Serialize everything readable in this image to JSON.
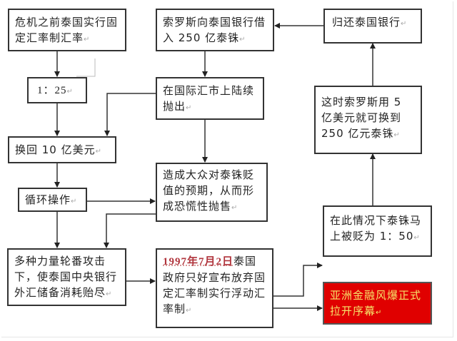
{
  "pilcrow": "↵",
  "boxes": {
    "before_crisis": "危机之前泰国实行固定汇率制汇率",
    "soros_borrow": "索罗斯向泰国银行借入 250 亿泰铢",
    "repay": "归还泰国银行",
    "rate_1_25": "1：25",
    "sell_off": "在国际汇市上陆续抛出",
    "soros_exchange": "这时索罗斯用 5 亿美元就可换到 250 亿元泰铢",
    "exchange_back": "换回 10 亿美元",
    "expectation": "造成大众对泰铢贬值的预期，从而形成恐慌性抛售",
    "cycle": "循环操作",
    "attack": "多种力量轮番攻击下，使泰国中央银行外汇储备消耗贻尽",
    "date": "1997年7月2日",
    "float": "泰国政府只好宣布放弃固定汇率制实行浮动汇率制",
    "devalue": "在此情况下泰铢马上被贬为 1：50",
    "crisis": "亚洲金融风爆正式拉开序幕"
  },
  "colors": {
    "crisis_bg": "#e00000",
    "crisis_text": "#f6e36a",
    "date_text": "#b0343c"
  }
}
